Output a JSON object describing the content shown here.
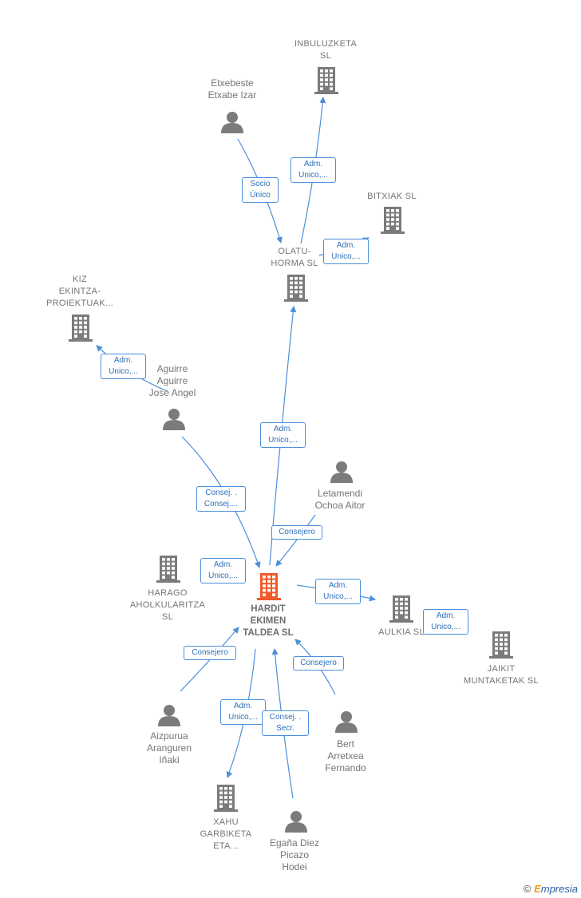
{
  "center": {
    "lines": [
      "HARDIT",
      "EKIMEN",
      "TALDEA  SL"
    ]
  },
  "companies": {
    "inbuluzketa": [
      "INBULUZKETA",
      "SL"
    ],
    "bitxiak": [
      "BITXIAK  SL"
    ],
    "olatu": [
      "OLATU-",
      "HORMA  SL"
    ],
    "kiz": [
      "KIZ",
      "EKINTZA-",
      "PROIEKTUAK..."
    ],
    "harago": [
      "HARAGO",
      "AHOLKULARITZA",
      "SL"
    ],
    "aulkia": [
      "AULKIA  SL"
    ],
    "jaikit": [
      "JAIKIT",
      "MUNTAKETAK SL"
    ],
    "xahu": [
      "XAHU",
      "GARBIKETA",
      "ETA..."
    ]
  },
  "persons": {
    "etxebeste": [
      "Etxebeste",
      "Etxabe Izar"
    ],
    "aguirre": [
      "Aguirre",
      "Aguirre",
      "Jose Angel"
    ],
    "letamendi": [
      "Letamendi",
      "Ochoa Aitor"
    ],
    "aizpurua": [
      "Aizpurua",
      "Aranguren",
      "Iñaki"
    ],
    "bert": [
      "Bert",
      "Arretxea",
      "Fernando"
    ],
    "egana": [
      "Egaña Diez",
      "Picazo",
      "Hodei"
    ]
  },
  "edges": {
    "socio_unico": [
      "Socio",
      "Único"
    ],
    "adm_inbuluzketa": [
      "Adm.",
      "Unico,..."
    ],
    "adm_bitxiak": [
      "Adm.",
      "Unico,..."
    ],
    "adm_kiz": [
      "Adm.",
      "Unico,..."
    ],
    "adm_olatu": [
      "Adm.",
      "Unico,..."
    ],
    "consej_aguirre": [
      "Consej. .",
      "Consej...."
    ],
    "consejero_letamendi": [
      "Consejero"
    ],
    "adm_harago": [
      "Adm.",
      "Unico,..."
    ],
    "adm_aulkia": [
      "Adm.",
      "Unico,..."
    ],
    "adm_jaikit": [
      "Adm.",
      "Unico,..."
    ],
    "consejero_aizpurua": [
      "Consejero"
    ],
    "consejero_bert": [
      "Consejero"
    ],
    "adm_xahu": [
      "Adm.",
      "Unico,..."
    ],
    "consej_egana": [
      "Consej. .",
      "Secr."
    ]
  },
  "colors": {
    "edge": "#4a8fdc",
    "node": "#7b7b7b",
    "center": "#f05a28"
  },
  "footer": {
    "copyright": "©",
    "brand_first": "E",
    "brand_rest": "mpresia"
  }
}
